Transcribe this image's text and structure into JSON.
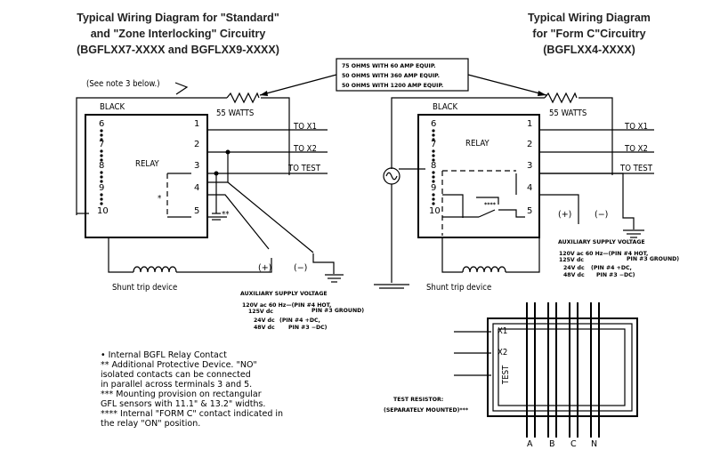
{
  "titles": {
    "left": [
      "Typical Wiring Diagram for \"Standard\"",
      "and \"Zone Interlocking\" Circuitry",
      "(BGFLXX7-XXXX and BGFLXX9-XXXX)"
    ],
    "right": [
      "Typical Wiring Diagram",
      "for \"Form C\"Circuitry",
      "(BGFLXX4-XXXX)"
    ]
  },
  "resistor_table": [
    "75 OHMS WITH 60 AMP EQUIP.",
    "50 OHMS WITH 360 AMP EQUIP.",
    "50 OHMS WITH 1200 AMP EQUIP."
  ],
  "left": {
    "see_note": "(See note 3 below.)",
    "black": "BLACK",
    "watts": "55 WATTS",
    "relay": "RELAY",
    "pins_left": [
      "6",
      "7",
      "8",
      "9",
      "10"
    ],
    "pins_right": [
      "1",
      "2",
      "3",
      "4",
      "5"
    ],
    "to_x1": "TO X1",
    "to_x2": "TO X2",
    "to_test": "TO TEST",
    "star1": "*",
    "star2": "**",
    "plus": "(+)",
    "minus": "(−)",
    "shunt": "Shunt trip device",
    "aux_title": "AUXILIARY SUPPLY VOLTAGE",
    "aux_lines": [
      "120V ac 60 Hz—(PIN #4 HOT,",
      "125V dc",
      "24V dc",
      "48V dc"
    ],
    "aux_pins": [
      "PIN #3 GROUND)",
      "(PIN #4 +DC,",
      "PIN #3 −DC)"
    ]
  },
  "right": {
    "black": "BLACK",
    "watts": "55 WATTS",
    "relay": "RELAY",
    "pins_left": [
      "6",
      "7",
      "8",
      "9",
      "10"
    ],
    "pins_right": [
      "1",
      "2",
      "3",
      "4",
      "5"
    ],
    "to_x1": "TO X1",
    "to_x2": "TO X2",
    "to_test": "TO TEST",
    "stars": "****",
    "plus": "(+)",
    "minus": "(−)",
    "shunt": "Shunt trip device",
    "aux_title": "AUXILIARY SUPPLY VOLTAGE",
    "aux_lines": [
      "120V ac 60 Hz—(PIN #4 HOT,",
      "125V dc",
      "24V dc",
      "48V dc"
    ],
    "aux_pins": [
      "PIN #3 GROUND)",
      "(PIN #4 +DC,",
      "PIN #3 −DC)"
    ]
  },
  "notes": [
    "•  Internal BGFL Relay Contact",
    "**  Additional Protective Device. \"NO\"",
    "      isolated contacts can be connected",
    "      in parallel across terminals 3 and 5.",
    "***  Mounting provision on rectangular",
    "       GFL sensors with 11.1\" & 13.2\" widths.",
    "****  Internal \"FORM C\" contact indicated in",
    "         the relay \"ON\" position."
  ],
  "sensor": {
    "x1": "X1",
    "x2": "X2",
    "test": "TEST",
    "phases": [
      "A",
      "B",
      "C",
      "N"
    ]
  },
  "test_resistor": [
    "TEST RESISTOR:",
    "(SEPARATELY MOUNTED)***"
  ]
}
